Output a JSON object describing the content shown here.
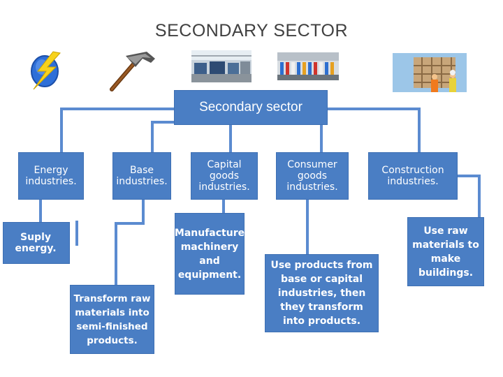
{
  "title": "SECONDARY SECTOR",
  "root": {
    "label": "Secondary  sector"
  },
  "categories": [
    {
      "id": "energy",
      "label": "Energy industries."
    },
    {
      "id": "base",
      "label": "Base industries."
    },
    {
      "id": "capital",
      "label": "Capital goods industries."
    },
    {
      "id": "consumer",
      "label": "Consumer goods industries."
    },
    {
      "id": "construction",
      "label": "Construction industries."
    }
  ],
  "descriptions": [
    {
      "id": "energy",
      "label": "Suply energy."
    },
    {
      "id": "base",
      "label": "Transform  raw materials  into semi-finished products."
    },
    {
      "id": "capital",
      "label": "Manufacture machinery and equipment."
    },
    {
      "id": "consumer",
      "label": "Use products from base or capital industries, then they transform into products."
    },
    {
      "id": "construction",
      "label": "Use raw materials to make buildings."
    }
  ],
  "colors": {
    "box": "#4a7ec4",
    "line": "#5b8bd0",
    "title": "#404040"
  },
  "icons": [
    "lightning-icon",
    "hammer-icon",
    "car-factory-photo",
    "textile-factory-photo",
    "construction-site-photo"
  ]
}
